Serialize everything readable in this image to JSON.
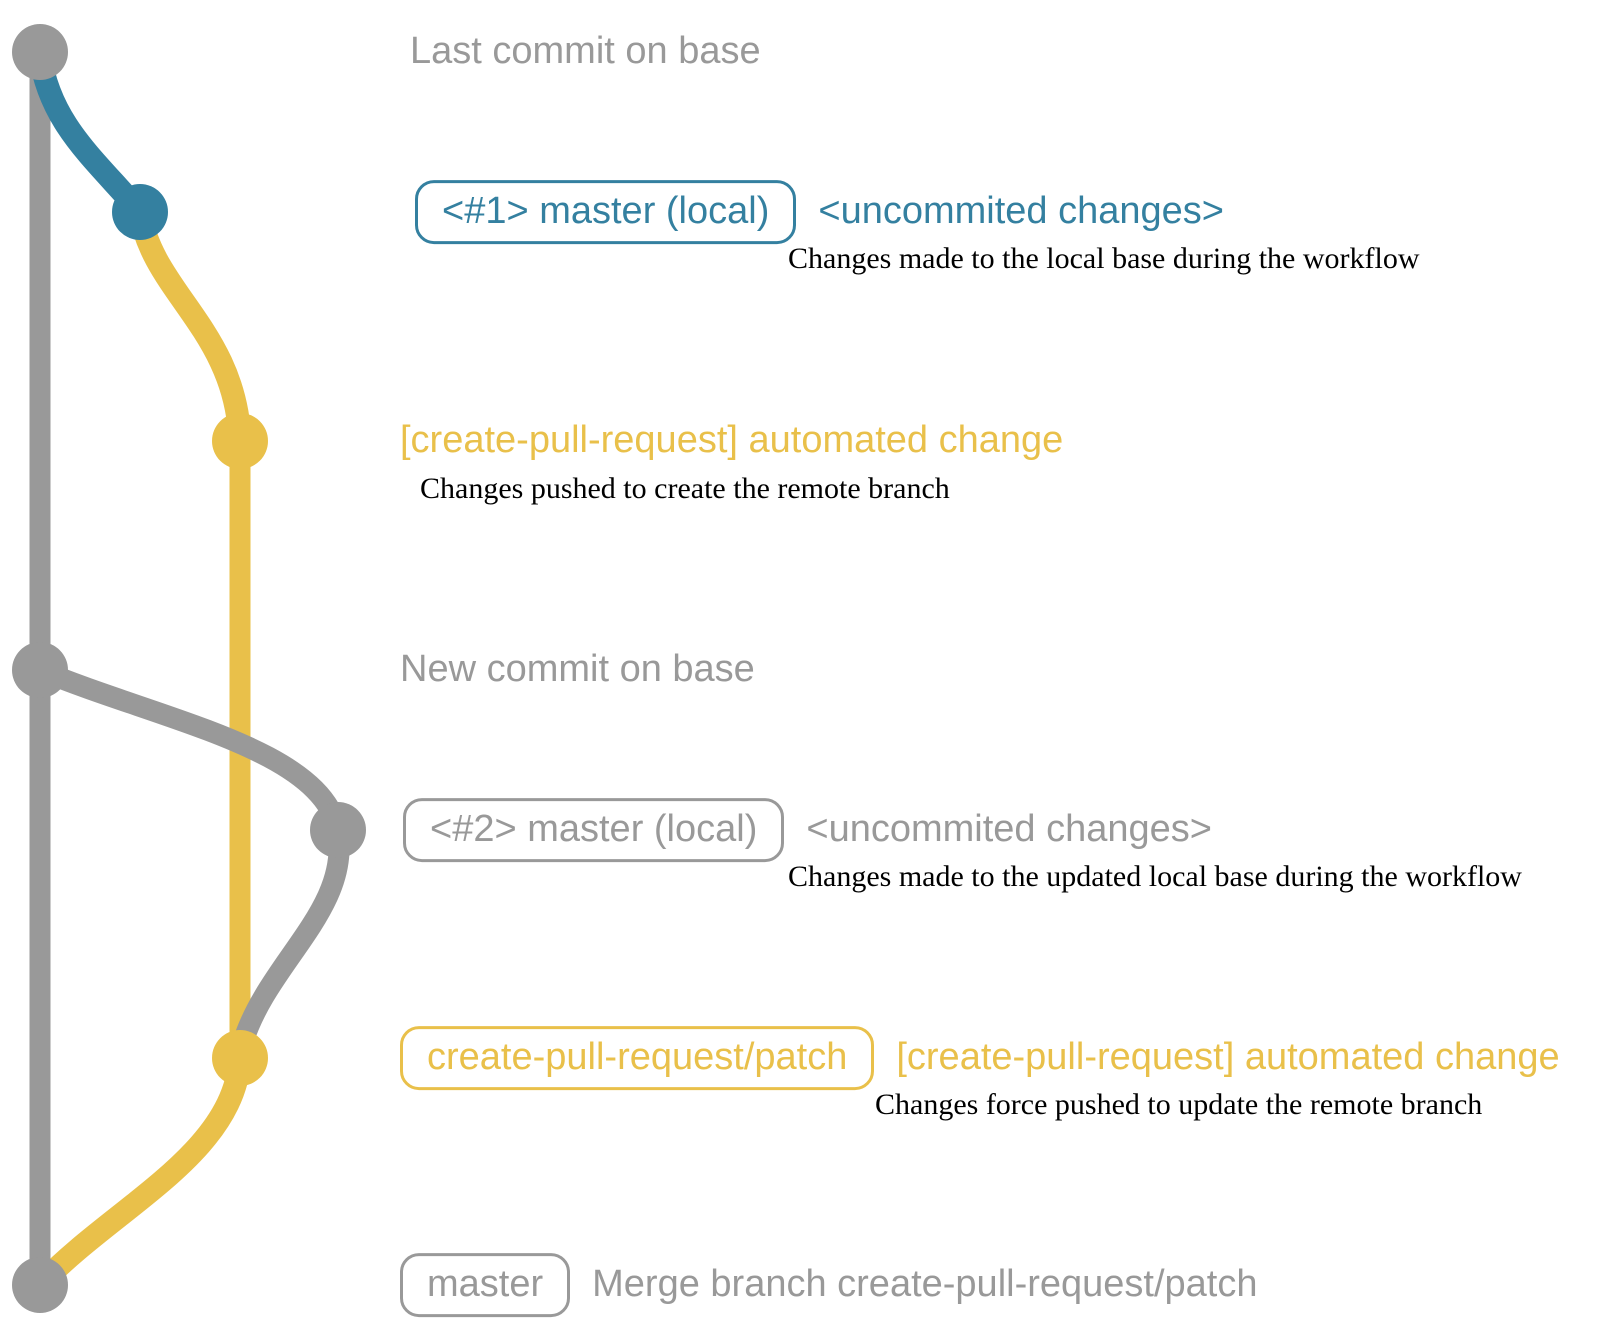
{
  "colors": {
    "gray": "#999999",
    "blue": "#3480a0",
    "yellow": "#e9c04a",
    "note": "#000000",
    "background": "#ffffff"
  },
  "graph": {
    "branch_colors": {
      "base": "#999999",
      "local_uncommitted": "#3480a0",
      "create_pull_request_patch": "#e9c04a"
    }
  },
  "rows": [
    {
      "text": "Last commit on base"
    },
    {
      "box_text": "<#1> master (local)",
      "tag": "<uncommited changes>",
      "note": "Changes made to the local base during the workflow"
    },
    {
      "text": "[create-pull-request] automated change",
      "note": "Changes pushed to create the remote branch"
    },
    {
      "text": "New commit on base"
    },
    {
      "box_text": "<#2> master (local)",
      "tag": "<uncommited changes>",
      "note": "Changes made to the updated local base during the workflow"
    },
    {
      "box_text": "create-pull-request/patch",
      "tag": "[create-pull-request] automated change",
      "note": "Changes force pushed to update the remote branch"
    },
    {
      "box_text": "master",
      "text": "Merge branch create-pull-request/patch"
    }
  ]
}
